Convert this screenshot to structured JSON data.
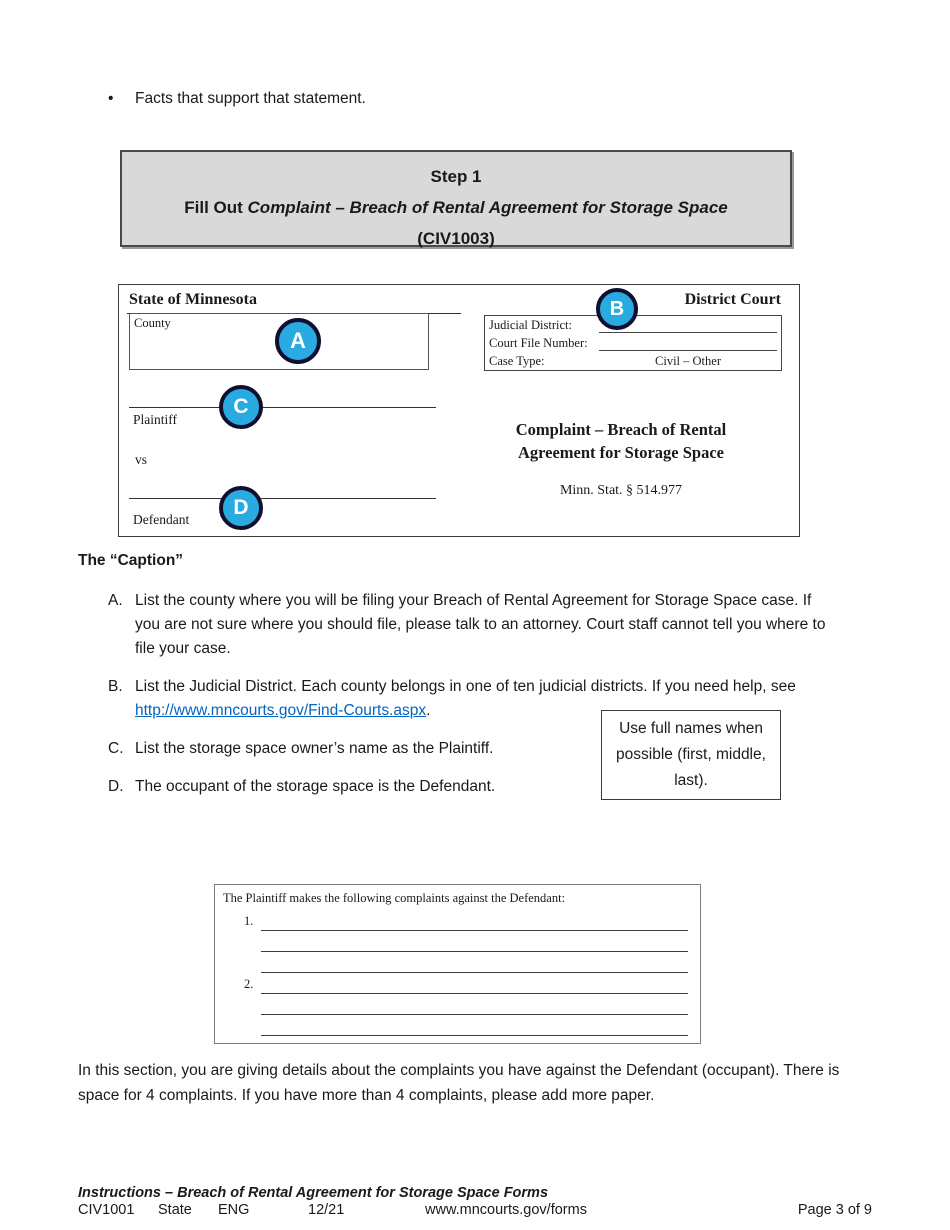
{
  "colors": {
    "badge_blue": "#29ABE2",
    "badge_ring": "#10102E",
    "step_box_gray": "#D9D9D9",
    "link_blue": "#0563C1"
  },
  "icons": {
    "bullet": "•"
  },
  "intro_bullet": "Facts that support that statement.",
  "step_box": {
    "title": "Step 1",
    "fill_out_prefix": "Fill Out ",
    "form_name": "Complaint – Breach of Rental Agreement for Storage Space",
    "form_number": "(CIV1003)"
  },
  "caption_form": {
    "state": "State of Minnesota",
    "district_court": "District Court",
    "county_label": "County",
    "judicial_district_label": "Judicial District:",
    "court_file_number_label": "Court File Number:",
    "case_type_label": "Case Type:",
    "case_type_value": "Civil – Other",
    "plaintiff_label": "Plaintiff",
    "vs_label": "vs",
    "defendant_label": "Defendant",
    "form_title_line1": "Complaint – Breach of Rental",
    "form_title_line2": "Agreement for Storage Space",
    "statute": "Minn. Stat. § 514.977",
    "badges": [
      {
        "label": "A"
      },
      {
        "label": "B"
      },
      {
        "label": "C"
      },
      {
        "label": "D"
      }
    ]
  },
  "caption_heading": "The “Caption”",
  "list_items": [
    {
      "letter": "A.",
      "text": "List the county where you will be filing your Breach of Rental Agreement for Storage Space case.  If you are not sure where you should file, please talk to an attorney.  Court staff cannot tell you where to file your case."
    },
    {
      "letter": "B.",
      "text": "List the Judicial District.  Each county belongs in one of ten judicial districts.  If you need help, see ",
      "link": "http://www.mncourts.gov/Find-Courts.aspx",
      "text_after": "."
    },
    {
      "letter": "C.",
      "text": "List the storage space owner’s name as the Plaintiff."
    },
    {
      "letter": "D.",
      "text": "The occupant of the storage space is the Defendant."
    }
  ],
  "note_box": "Use full names when possible (first, middle, last).",
  "complaints_form": {
    "header": "The Plaintiff makes the following complaints against the Defendant:",
    "items": [
      {
        "number": "1."
      },
      {
        "number": "2."
      }
    ]
  },
  "body_paragraph": "In this section, you are giving details about the complaints you have against the Defendant (occupant). There is space for 4 complaints.  If you have more than 4 complaints, please add more paper.",
  "footer": {
    "doc_title": "Instructions – Breach of Rental Agreement for Storage Space Forms",
    "form_id": "CIV1001",
    "state": "State",
    "language": "ENG",
    "revision": "12/21",
    "website": "www.mncourts.gov/forms",
    "page_number": "Page 3 of 9"
  }
}
